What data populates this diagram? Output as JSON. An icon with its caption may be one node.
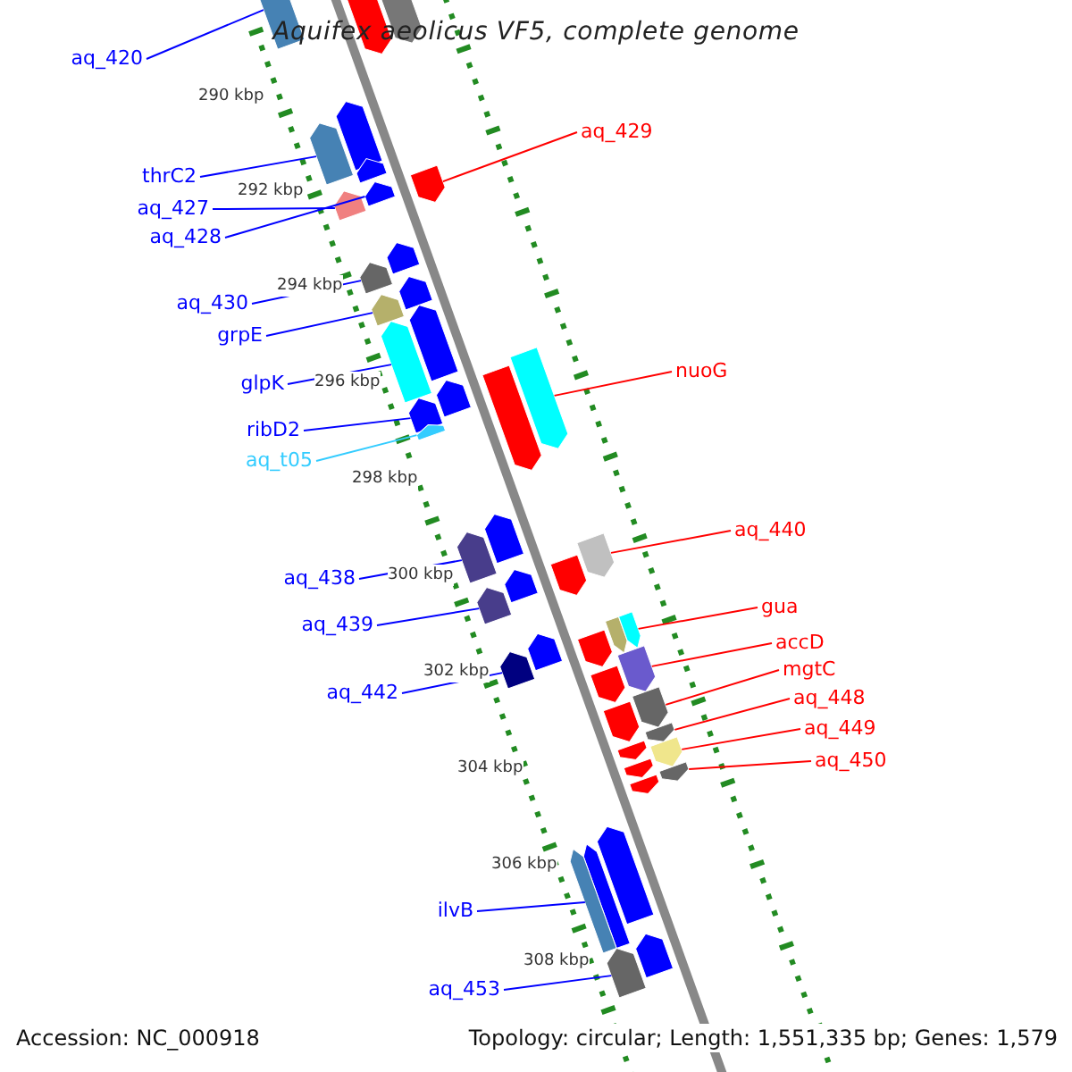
{
  "diagram": {
    "title": "Aquifex aeolicus VF5, complete genome",
    "nodes": [
      {
        "text": [
          "aq_420"
        ]
      },
      {
        "text": [
          "thrC2"
        ]
      },
      {
        "text": [
          "aq_427"
        ]
      },
      {
        "text": [
          "aq_428"
        ]
      },
      {
        "text": [
          "aq_430"
        ]
      },
      {
        "text": [
          "grpE"
        ]
      },
      {
        "text": [
          "glpK"
        ]
      },
      {
        "text": [
          "ribD2"
        ]
      },
      {
        "text": [
          "aq_t05"
        ]
      },
      {
        "text": [
          "aq_438"
        ]
      },
      {
        "text": [
          "aq_439"
        ]
      },
      {
        "text": [
          "aq_442"
        ]
      },
      {
        "text": [
          "ilvB"
        ]
      },
      {
        "text": [
          "aq_453"
        ]
      },
      {
        "text": [
          "aq_429"
        ]
      },
      {
        "text": [
          "nuoG"
        ]
      },
      {
        "text": [
          "aq_440"
        ]
      },
      {
        "text": [
          "gua"
        ]
      },
      {
        "text": [
          "accD"
        ]
      },
      {
        "text": [
          "mgtC"
        ]
      },
      {
        "text": [
          "aq_448"
        ]
      },
      {
        "text": [
          "aq_449"
        ]
      },
      {
        "text": [
          "aq_450"
        ]
      },
      {
        "text": [],
        "shape": "bar"
      },
      {
        "text": [],
        "shape": "bar"
      },
      {
        "text": [],
        "shape": "bar"
      },
      {
        "text": [],
        "shape": "bar"
      },
      {
        "text": [],
        "shape": "bar"
      },
      {
        "text": [],
        "shape": "bar"
      },
      {
        "text": [],
        "shape": "bar"
      },
      {
        "text": [],
        "shape": "bar"
      },
      {
        "text": [],
        "shape": "bar"
      },
      {
        "text": [],
        "shape": "bar"
      },
      {
        "text": [],
        "shape": "bar"
      },
      {
        "text": [],
        "shape": "bar"
      },
      {
        "text": [],
        "shape": "bar"
      },
      {
        "text": [],
        "shape": "bar"
      },
      {
        "text": [],
        "shape": "bar"
      },
      {
        "text": [],
        "shape": "bar"
      },
      {
        "text": [],
        "shape": "bar"
      },
      {
        "text": [],
        "shape": "bar"
      },
      {
        "text": [],
        "shape": "bar"
      },
      {
        "text": [],
        "shape": "bar"
      },
      {
        "text": [],
        "shape": "bar"
      },
      {
        "text": [],
        "shape": "bar"
      },
      {
        "text": [],
        "shape": "bar"
      },
      {
        "text": [],
        "shape": "bar"
      },
      {
        "text": [],
        "shape": "bar"
      },
      {
        "text": [],
        "shape": "bar"
      },
      {
        "text": [],
        "shape": "bar"
      },
      {
        "text": [],
        "shape": "bar"
      },
      {
        "text": [],
        "shape": "bar"
      },
      {
        "text": [],
        "shape": "bar"
      },
      {
        "text": [],
        "shape": "bar"
      },
      {
        "text": [],
        "shape": "bar"
      },
      {
        "text": [],
        "shape": "bar"
      },
      {
        "text": [],
        "shape": "bar"
      },
      {
        "text": [],
        "shape": "bar"
      },
      {
        "text": [],
        "shape": "bar"
      },
      {
        "text": [],
        "shape": "bar"
      },
      {
        "text": [],
        "shape": "bar"
      },
      {
        "text": [],
        "shape": "bar"
      },
      {
        "text": [],
        "shape": "bar"
      },
      {
        "text": [],
        "shape": "bar"
      },
      {
        "text": [],
        "shape": "bar"
      },
      {
        "text": [],
        "shape": "bar"
      },
      {
        "text": [],
        "shape": "bar"
      },
      {
        "text": [],
        "shape": "bar"
      },
      {
        "text": [],
        "shape": "bar"
      }
    ],
    "edges": [
      {
        "from": 0,
        "to": 23,
        "arrow": "none"
      },
      {
        "from": 1,
        "to": 27,
        "arrow": "none"
      },
      {
        "from": 2,
        "to": 29,
        "arrow": "none"
      },
      {
        "from": 3,
        "to": 30,
        "arrow": "none"
      },
      {
        "from": 4,
        "to": 33,
        "arrow": "none"
      },
      {
        "from": 5,
        "to": 35,
        "arrow": "none"
      },
      {
        "from": 6,
        "to": 37,
        "arrow": "none"
      },
      {
        "from": 7,
        "to": 40,
        "arrow": "none"
      },
      {
        "from": 8,
        "to": 42,
        "arrow": "none",
        "color": "#33ccff"
      },
      {
        "from": 9,
        "to": 44,
        "arrow": "none"
      },
      {
        "from": 10,
        "to": 47,
        "arrow": "none"
      },
      {
        "from": 11,
        "to": 50,
        "arrow": "none"
      },
      {
        "from": 12,
        "to": 66,
        "arrow": "none"
      },
      {
        "from": 13,
        "to": 68,
        "arrow": "none"
      },
      {
        "from": 14,
        "to": 31,
        "arrow": "none",
        "color": "#ff0000"
      },
      {
        "from": 15,
        "to": 39,
        "arrow": "none",
        "color": "#ff0000"
      },
      {
        "from": 16,
        "to": 45,
        "arrow": "none",
        "color": "#ff0000"
      },
      {
        "from": 17,
        "to": 52,
        "arrow": "none",
        "color": "#ff0000"
      },
      {
        "from": 18,
        "to": 54,
        "arrow": "none",
        "color": "#ff0000"
      },
      {
        "from": 19,
        "to": 56,
        "arrow": "none",
        "color": "#ff0000"
      },
      {
        "from": 20,
        "to": 58,
        "arrow": "none",
        "color": "#ff0000"
      },
      {
        "from": 21,
        "to": 60,
        "arrow": "none",
        "color": "#ff0000"
      },
      {
        "from": 22,
        "to": 62,
        "arrow": "none",
        "color": "#ff0000"
      }
    ],
    "labels": [
      "290 kbp",
      "292 kbp",
      "294 kbp",
      "296 kbp",
      "298 kbp",
      "300 kbp",
      "302 kbp",
      "304 kbp",
      "306 kbp",
      "308 kbp",
      "Accession: NC_000918",
      "Topology: circular; Length: 1,551,335 bp; Genes: 1,579"
    ]
  }
}
